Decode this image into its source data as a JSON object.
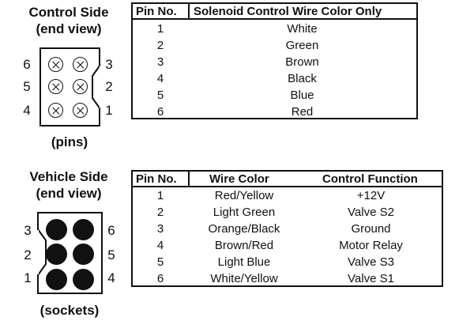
{
  "control_side": {
    "title_line1": "Control Side",
    "title_line2": "(end view)",
    "caption": "(pins)",
    "left_labels": [
      "6",
      "5",
      "4"
    ],
    "right_labels": [
      "3",
      "2",
      "1"
    ]
  },
  "vehicle_side": {
    "title_line1": "Vehicle Side",
    "title_line2": "(end view)",
    "caption": "(sockets)",
    "left_labels": [
      "3",
      "2",
      "1"
    ],
    "right_labels": [
      "6",
      "5",
      "4"
    ]
  },
  "control_table": {
    "headers": [
      "Pin No.",
      "Solenoid Control Wire Color Only"
    ],
    "rows": [
      [
        "1",
        "White"
      ],
      [
        "2",
        "Green"
      ],
      [
        "3",
        "Brown"
      ],
      [
        "4",
        "Black"
      ],
      [
        "5",
        "Blue"
      ],
      [
        "6",
        "Red"
      ]
    ]
  },
  "vehicle_table": {
    "headers": [
      "Pin No.",
      "Wire Color",
      "Control Function"
    ],
    "rows": [
      [
        "1",
        "Red/Yellow",
        "+12V"
      ],
      [
        "2",
        "Light Green",
        "Valve S2"
      ],
      [
        "3",
        "Orange/Black",
        "Ground"
      ],
      [
        "4",
        "Brown/Red",
        "Motor Relay"
      ],
      [
        "5",
        "Light Blue",
        "Valve S3"
      ],
      [
        "6",
        "White/Yellow",
        "Valve S1"
      ]
    ]
  },
  "colors": {
    "line": "#111111",
    "background": "#ffffff"
  }
}
